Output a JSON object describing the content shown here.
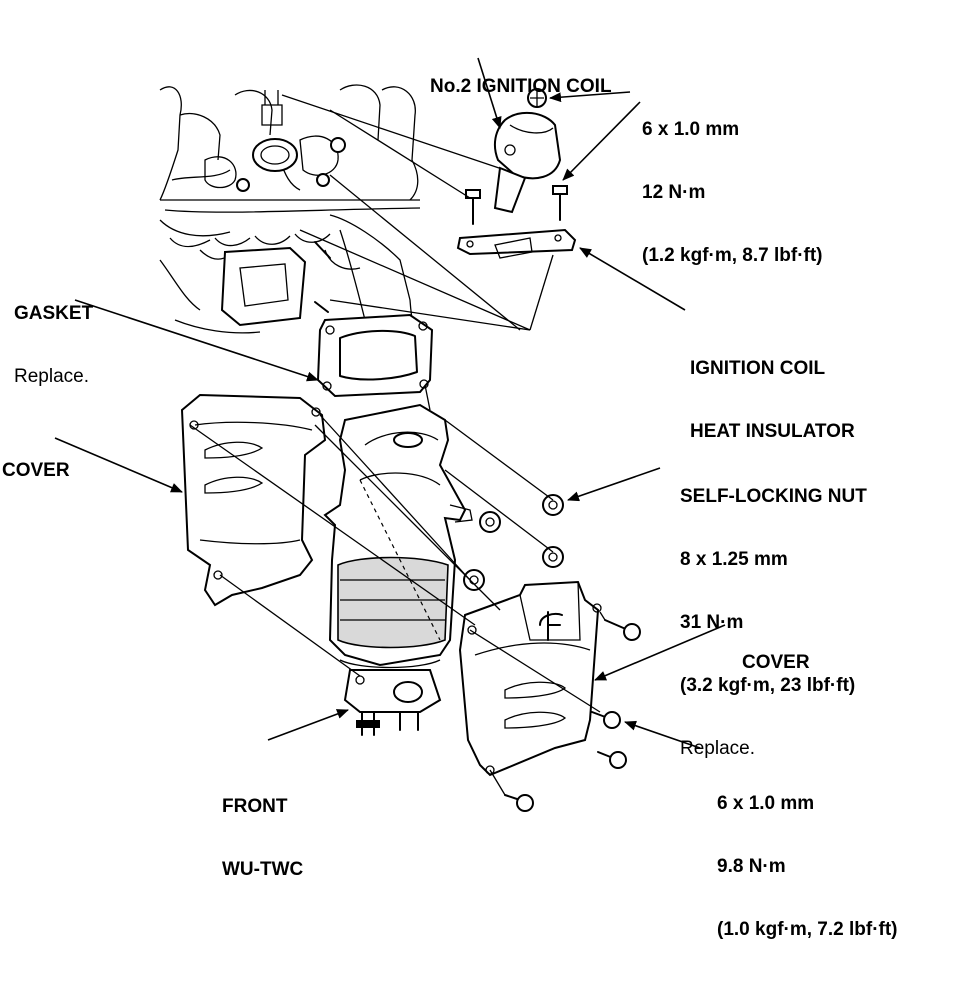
{
  "labels": {
    "coil": {
      "title": "No.2 IGNITION COIL"
    },
    "coil_bolt": {
      "size": "6 x 1.0 mm",
      "torque": "12 N·m",
      "torque_alt": "(1.2 kgf·m, 8.7 lbf·ft)"
    },
    "gasket": {
      "title": "GASKET",
      "note": "Replace."
    },
    "insulator": {
      "line1": "IGNITION COIL",
      "line2": "HEAT INSULATOR"
    },
    "cover_left": {
      "title": "COVER"
    },
    "nut": {
      "title": "SELF-LOCKING NUT",
      "size": "8 x 1.25 mm",
      "torque": "31 N·m",
      "torque_alt": "(3.2 kgf·m, 23 lbf·ft)",
      "note": "Replace."
    },
    "cover_right": {
      "title": "COVER"
    },
    "twc": {
      "line1": "FRONT",
      "line2": "WU-TWC"
    },
    "cover_bolt": {
      "size": "6 x 1.0 mm",
      "torque": "9.8 N·m",
      "torque_alt": "(1.0 kgf·m, 7.2 lbf·ft)"
    }
  }
}
